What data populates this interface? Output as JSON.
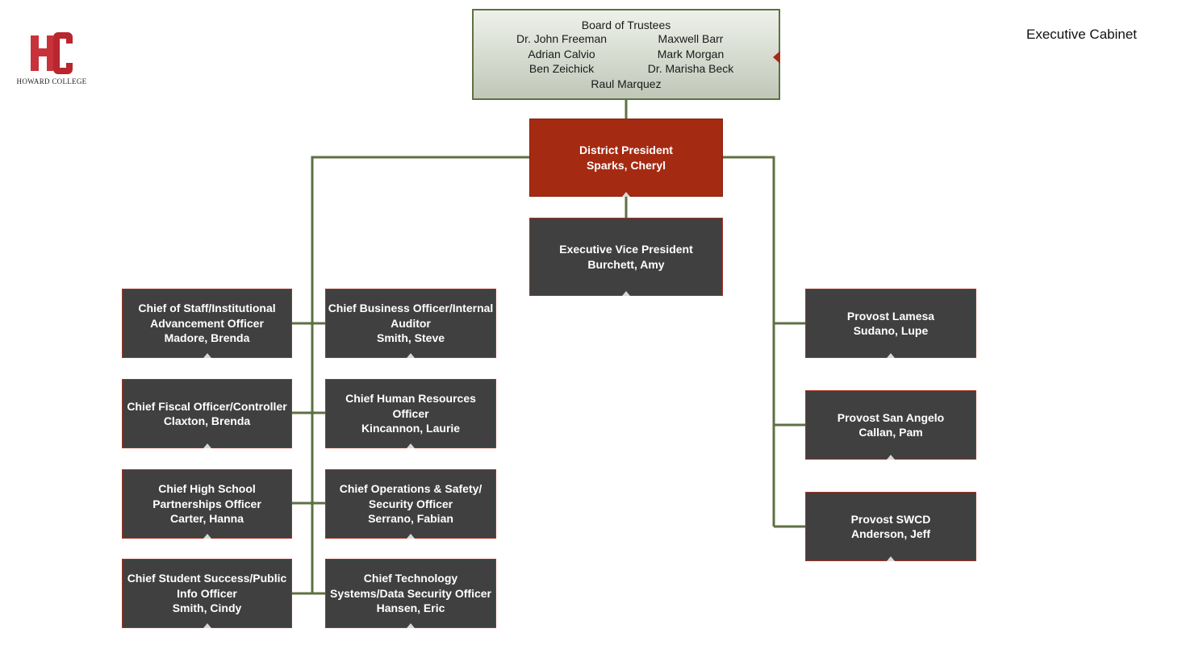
{
  "logo": {
    "text": "HOWARD COLLEGE"
  },
  "page_title": "Executive Cabinet",
  "colors": {
    "connector": "#5f7043",
    "node_fill": "#404040",
    "node_border": "#a53222",
    "president_fill": "#a52a12",
    "board_fill_top": "#eef1ea",
    "board_fill_bottom": "#c0c7b8"
  },
  "board": {
    "title": "Board of Trustees",
    "members": [
      "Dr. John Freeman",
      "Maxwell Barr",
      "Adrian Calvio",
      "Mark Morgan",
      "Ben Zeichick",
      "Dr. Marisha Beck"
    ],
    "last_member": "Raul Marquez"
  },
  "president": {
    "title": "District President",
    "name": "Sparks, Cheryl"
  },
  "evp": {
    "title": "Executive Vice President",
    "name": "Burchett, Amy"
  },
  "chiefs_left": [
    {
      "title": "Chief of Staff/Institutional Advancement Officer",
      "name": "Madore, Brenda"
    },
    {
      "title": "Chief Fiscal Officer/Controller",
      "name": "Claxton, Brenda"
    },
    {
      "title": "Chief High School Partnerships Officer",
      "name": "Carter, Hanna"
    },
    {
      "title": "Chief Student Success/Public Info Officer",
      "name": "Smith, Cindy"
    }
  ],
  "chiefs_right": [
    {
      "title": "Chief Business Officer/Internal Auditor",
      "name": "Smith, Steve"
    },
    {
      "title": "Chief Human Resources Officer",
      "name": "Kincannon, Laurie"
    },
    {
      "title": "Chief Operations & Safety/ Security Officer",
      "name": "Serrano, Fabian"
    },
    {
      "title": "Chief Technology Systems/Data Security Officer",
      "name": "Hansen, Eric"
    }
  ],
  "provosts": [
    {
      "title": "Provost Lamesa",
      "name": "Sudano, Lupe"
    },
    {
      "title": "Provost San Angelo",
      "name": "Callan, Pam"
    },
    {
      "title": "Provost SWCD",
      "name": "Anderson, Jeff"
    }
  ]
}
